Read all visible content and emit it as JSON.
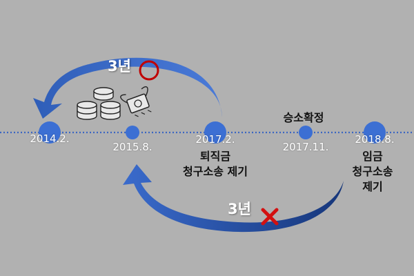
{
  "colors": {
    "background": "#b1b1b1",
    "timeline": "#3b66c2",
    "node": "#3c6fd3",
    "arrow_light": "#2f5eb8",
    "arrow_dark": "#16367a",
    "valid_mark": "#c00000",
    "invalid_mark": "#d31010"
  },
  "timeline": {
    "points": [
      {
        "date": "2014.2.",
        "size": "large"
      },
      {
        "date": "2015.8.",
        "size": "small"
      },
      {
        "date": "2017.2.",
        "size": "large"
      },
      {
        "date": "2017.11.",
        "size": "small"
      },
      {
        "date": "2018.8.",
        "size": "large"
      }
    ]
  },
  "events": {
    "severance": {
      "line1": "퇴직금",
      "line2": "청구소송 제기"
    },
    "confirmed": {
      "label": "승소확정"
    },
    "wage": {
      "line1": "임금",
      "line2": "청구소송",
      "line3": "제기"
    }
  },
  "arcs": {
    "top": {
      "label": "3년",
      "mark": "circle-icon"
    },
    "bottom": {
      "label": "3년",
      "mark": "x-icon"
    }
  },
  "icons": [
    "coin-stack-icon",
    "flying-money-icon"
  ]
}
